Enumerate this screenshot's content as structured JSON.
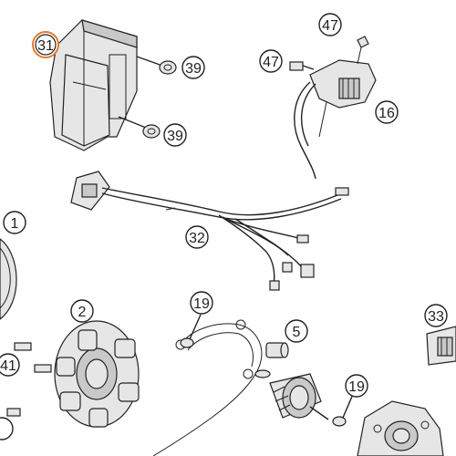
{
  "diagram": {
    "callouts": [
      {
        "id": "c31",
        "label": "31",
        "highlighted": true
      },
      {
        "id": "c39a",
        "label": "39"
      },
      {
        "id": "c39b",
        "label": "39"
      },
      {
        "id": "c47a",
        "label": "47"
      },
      {
        "id": "c47b",
        "label": "47"
      },
      {
        "id": "c16",
        "label": "16"
      },
      {
        "id": "c32",
        "label": "32"
      },
      {
        "id": "c1",
        "label": "1"
      },
      {
        "id": "c2",
        "label": "2"
      },
      {
        "id": "c19a",
        "label": "19"
      },
      {
        "id": "c5",
        "label": "5"
      },
      {
        "id": "c33",
        "label": "33"
      },
      {
        "id": "c41",
        "label": "41"
      },
      {
        "id": "c19b",
        "label": "19"
      }
    ],
    "colors": {
      "highlight_ring": "#e8782e",
      "callout_ring": "#222222",
      "part_fill": "#e6e6e6",
      "line": "#222222"
    }
  }
}
